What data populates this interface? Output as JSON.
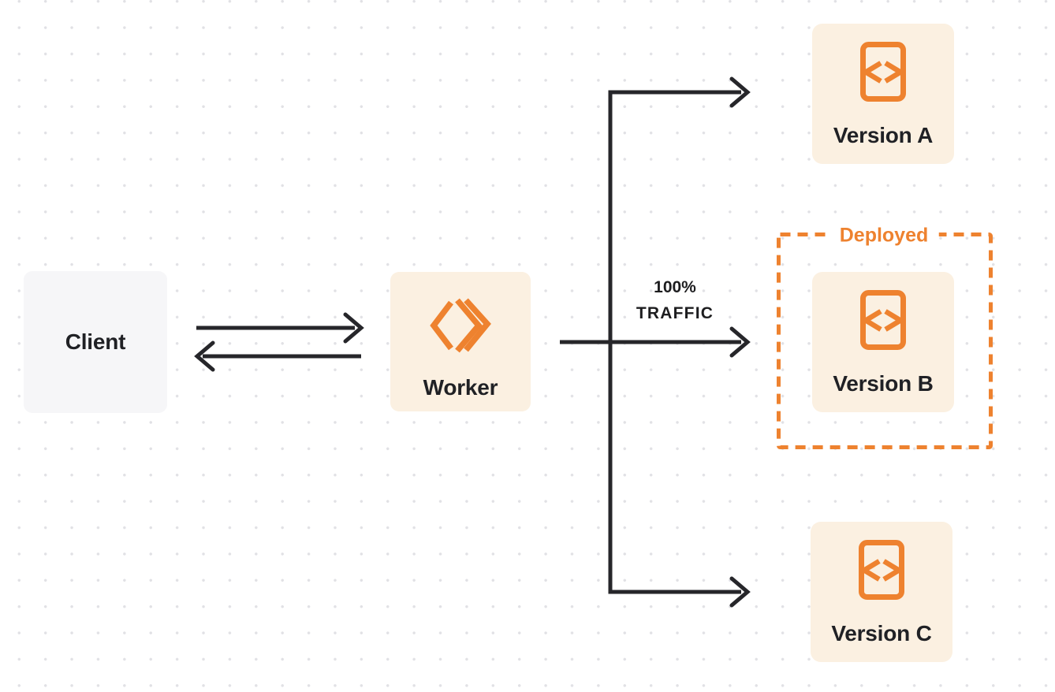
{
  "colors": {
    "accent": "#EE822F",
    "box_cream": "#FBF0E1",
    "box_gray": "#F6F6F8",
    "ink": "#26262A",
    "dot": "#E1E1E5",
    "bg": "#FFFFFF"
  },
  "nodes": {
    "client": {
      "label": "Client"
    },
    "worker": {
      "label": "Worker",
      "icon": "cloudflare-workers-logo"
    },
    "version_a": {
      "label": "Version A",
      "icon": "code-file"
    },
    "version_b": {
      "label": "Version B",
      "icon": "code-file"
    },
    "version_c": {
      "label": "Version C",
      "icon": "code-file"
    }
  },
  "group": {
    "label": "Deployed",
    "contains": "version_b",
    "style": "dashed-orange-outline"
  },
  "edges": [
    {
      "from": "client",
      "to": "worker",
      "direction": "right"
    },
    {
      "from": "worker",
      "to": "client",
      "direction": "left"
    },
    {
      "from": "worker",
      "to": "version_a"
    },
    {
      "from": "worker",
      "to": "version_b",
      "label": "100% TRAFFIC"
    },
    {
      "from": "worker",
      "to": "version_c"
    }
  ],
  "traffic_label": {
    "line1": "100%",
    "line2": "TRAFFIC"
  }
}
